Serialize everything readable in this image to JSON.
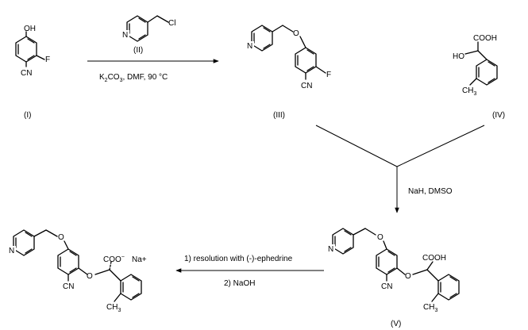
{
  "compounds": {
    "I": {
      "label": "(I)"
    },
    "II": {
      "label": "(II)"
    },
    "III": {
      "label": "(III)"
    },
    "IV": {
      "label": "(IV)"
    },
    "V": {
      "label": "(V)"
    }
  },
  "atoms": {
    "oh": "OH",
    "f": "F",
    "cn": "CN",
    "n": "N",
    "cl": "Cl",
    "o": "O",
    "cooh": "COOH",
    "ho": "HO",
    "ch3_c": "CH",
    "ch3_sub": "3",
    "coo": "COO",
    "coo_charge": "−",
    "na": "Na+"
  },
  "reactions": {
    "step1": {
      "reagent_k": "K",
      "reagent_k_sub": "2",
      "reagent_co": "CO",
      "reagent_co_sub": "3",
      "reagent_rest": ", DMF, 90 °C"
    },
    "step2": {
      "conditions": "NaH, DMSO"
    },
    "step3": {
      "line1": "1) resolution with (-)-ephedrine",
      "line2": "2) NaOH"
    }
  }
}
